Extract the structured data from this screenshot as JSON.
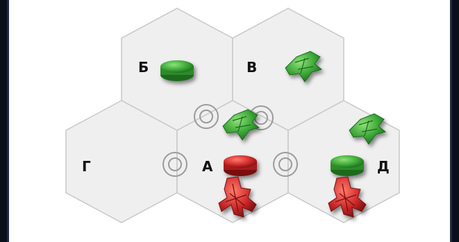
{
  "board": {
    "hexes": [
      {
        "id": "b",
        "label": "Б"
      },
      {
        "id": "v",
        "label": "В"
      },
      {
        "id": "g",
        "label": "Г"
      },
      {
        "id": "a",
        "label": "А"
      },
      {
        "id": "d",
        "label": "Д"
      }
    ],
    "tokens": [
      {
        "hex": "b",
        "type": "disc",
        "color": "green"
      },
      {
        "hex": "v",
        "type": "ship",
        "color": "green"
      },
      {
        "hex": "a",
        "type": "ship",
        "color": "green"
      },
      {
        "hex": "a",
        "type": "disc",
        "color": "red"
      },
      {
        "hex": "a",
        "type": "dreadnought",
        "color": "red"
      },
      {
        "hex": "d",
        "type": "ship",
        "color": "green"
      },
      {
        "hex": "d",
        "type": "disc",
        "color": "green"
      },
      {
        "hex": "d",
        "type": "dreadnought",
        "color": "red"
      }
    ],
    "wormholes": [
      {
        "between": [
          "b",
          "a"
        ]
      },
      {
        "between": [
          "v",
          "a"
        ]
      },
      {
        "between": [
          "g",
          "a"
        ]
      },
      {
        "between": [
          "a",
          "d"
        ]
      }
    ]
  },
  "colors": {
    "hex_fill": "#efefef",
    "hex_stroke": "#c8c8c8",
    "green": "#3aa635",
    "red": "#cf2a2a",
    "frame": "#1f2a44"
  }
}
